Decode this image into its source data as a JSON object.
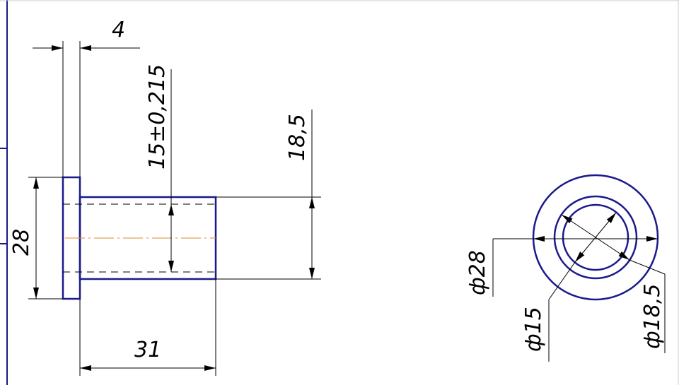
{
  "colors": {
    "part_outline": "#1a1a8c",
    "dimension": "#000000",
    "center_line": "#d98a2b",
    "frame": "#1a1a8c"
  },
  "dimensions": {
    "flange_thickness": "4",
    "bore_tolerance": "15±0,215",
    "shank_outer": "18,5",
    "flange_height": "28",
    "shank_length": "31",
    "circle_outer": "ф28",
    "circle_inner": "ф15",
    "circle_middle": "ф18,5"
  }
}
